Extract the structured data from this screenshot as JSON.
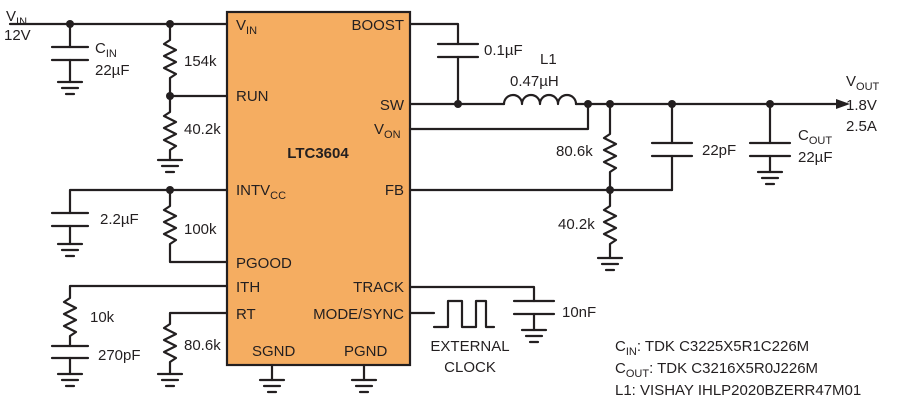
{
  "chip": {
    "name": "LTC3604",
    "pins_left": {
      "vin": "V",
      "vin_sub": "IN",
      "run": "RUN",
      "intvcc": "INTV",
      "intvcc_sub": "CC",
      "pgood": "PGOOD",
      "ith": "ITH",
      "rt": "RT",
      "sgnd": "SGND"
    },
    "pins_right": {
      "boost": "BOOST",
      "sw": "SW",
      "von": "V",
      "von_sub": "ON",
      "fb": "FB",
      "track": "TRACK",
      "mode": "MODE/SYNC",
      "pgnd": "PGND"
    }
  },
  "input": {
    "label": "V",
    "label_sub": "IN",
    "voltage": "12V"
  },
  "output": {
    "label": "V",
    "label_sub": "OUT",
    "voltage": "1.8V",
    "current": "2.5A"
  },
  "components": {
    "cin_name": "C",
    "cin_sub": "IN",
    "cin_value": "22µF",
    "r_run_top": "154k",
    "r_run_bottom": "40.2k",
    "c_intvcc": "2.2µF",
    "r_pgood": "100k",
    "r_ith": "10k",
    "c_ith": "270pF",
    "r_rt": "80.6k",
    "c_boost": "0.1µF",
    "l1_name": "L1",
    "l1_value": "0.47µH",
    "r_von": "80.6k",
    "c_ff": "22pF",
    "cout_name": "C",
    "cout_sub": "OUT",
    "cout_value": "22µF",
    "r_fb_bottom": "40.2k",
    "c_track": "10nF",
    "ext_clock_line1": "EXTERNAL",
    "ext_clock_line2": "CLOCK"
  },
  "notes": {
    "cin_prefix": "C",
    "cin_sub": "IN",
    "cin_part": ": TDK C3225X5R1C226M",
    "cout_prefix": "C",
    "cout_sub": "OUT",
    "cout_part": ": TDK C3216X5R0J226M",
    "l1_line": "L1: VISHAY IHLP2020BZERR47M01"
  }
}
